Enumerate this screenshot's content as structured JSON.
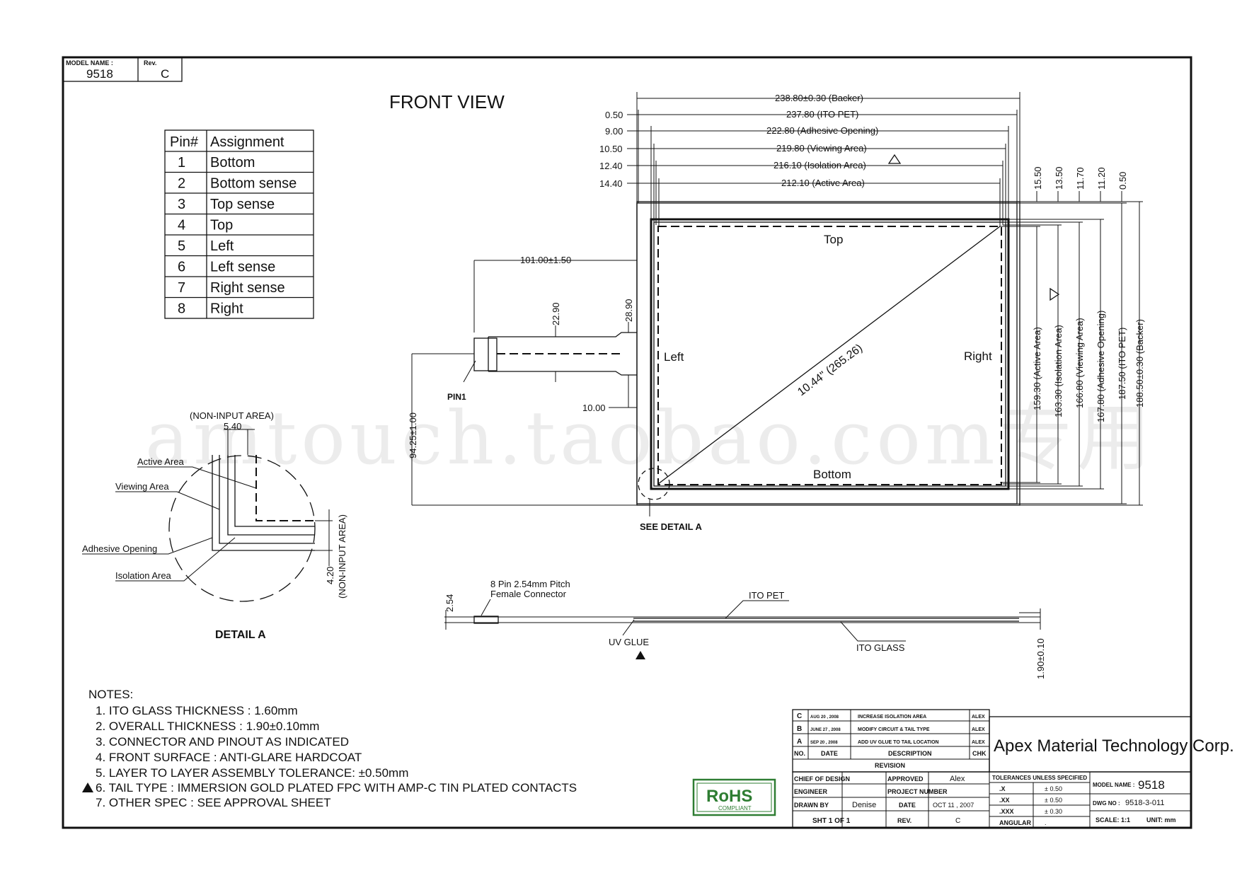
{
  "header": {
    "model_label": "MODEL NAME :",
    "model": "9518",
    "rev_label": "Rev.",
    "rev": "C"
  },
  "view_title": "FRONT VIEW",
  "pin_table": {
    "headers": [
      "Pin#",
      "Assignment"
    ],
    "rows": [
      {
        "pin": "1",
        "name": "Bottom"
      },
      {
        "pin": "2",
        "name": "Bottom sense"
      },
      {
        "pin": "3",
        "name": "Top sense"
      },
      {
        "pin": "4",
        "name": "Top"
      },
      {
        "pin": "5",
        "name": "Left"
      },
      {
        "pin": "6",
        "name": "Left sense"
      },
      {
        "pin": "7",
        "name": "Right sense"
      },
      {
        "pin": "8",
        "name": "Right"
      }
    ]
  },
  "top_dims": {
    "offsets": [
      "0.50",
      "9.00",
      "10.50",
      "12.40",
      "14.40"
    ],
    "widths": [
      "238.80±0.30 (Backer)",
      "237.80 (ITO PET)",
      "222.80 (Adhesive Opening)",
      "219.80 (Viewing Area)",
      "216.10 (Isolation Area)",
      "212.10 (Active Area)"
    ]
  },
  "right_dims": {
    "offsets": [
      "15.50",
      "13.50",
      "11.70",
      "11.20",
      "0.50"
    ],
    "heights": [
      "159.30 (Active Area)",
      "163.30 (Isolation Area)",
      "166.80 (Viewing Area)",
      "167.80 (Adhesive Opening)",
      "187.50 (ITO PET)",
      "188.50±0.30 (Backer)"
    ]
  },
  "panel": {
    "top": "Top",
    "bottom": "Bottom",
    "left": "Left",
    "right": "Right",
    "diagonal": "10.44\" (265.26)",
    "see_detail": "SEE DETAIL A"
  },
  "tail": {
    "length": "101.00±1.50",
    "w1": "22.90",
    "w2": "28.90",
    "offset": "10.00",
    "height": "94.25±1.00",
    "pin1": "PIN1"
  },
  "detail": {
    "title": "DETAIL A",
    "non_input_top": "(NON-INPUT AREA)",
    "dim_top": "5.40",
    "dim_side": "4.20",
    "non_input_side": "(NON-INPUT AREA)",
    "labels": [
      "Active Area",
      "Viewing Area",
      "Adhesive Opening",
      "Isolation Area"
    ]
  },
  "side_view": {
    "connector": [
      "8 Pin 2.54mm Pitch",
      "Female Connector"
    ],
    "thickness": "2.54",
    "ito_pet": "ITO PET",
    "uv_glue": "UV GLUE",
    "ito_glass": "ITO GLASS",
    "overall": "1.90±0.10"
  },
  "notes": {
    "title": "NOTES:",
    "items": [
      "1. ITO GLASS THICKNESS : 1.60mm",
      "2. OVERALL THICKNESS : 1.90±0.10mm",
      "3. CONNECTOR AND PINOUT AS INDICATED",
      "4. FRONT SURFACE : ANTI-GLARE HARDCOAT",
      "5. LAYER TO LAYER ASSEMBLY TOLERANCE: ±0.50mm",
      "6. TAIL TYPE : IMMERSION GOLD PLATED FPC WITH AMP-C TIN PLATED CONTACTS",
      "7. OTHER SPEC : SEE APPROVAL SHEET"
    ]
  },
  "rohs": {
    "mark": "RoHS",
    "sub": "COMPLIANT"
  },
  "revisions": {
    "rows": [
      {
        "no": "C",
        "date": "AUG 20 , 2008",
        "desc": "INCREASE ISOLATION AREA",
        "chk": "ALEX"
      },
      {
        "no": "B",
        "date": "JUNE 27 , 2008",
        "desc": "MODIFY CIRCUIT & TAIL TYPE",
        "chk": "ALEX"
      },
      {
        "no": "A",
        "date": "SEP 20 , 2008",
        "desc": "ADD UV GLUE TO TAIL LOCATION",
        "chk": "ALEX"
      }
    ],
    "headers": [
      "NO.",
      "DATE",
      "DESCRIPTION",
      "CHK"
    ],
    "title": "REVISION"
  },
  "title_block": {
    "company": "Apex Material Technology Corp.",
    "chief": "CHIEF OF DESIGN",
    "approved_label": "APPROVED",
    "approved": "Alex",
    "engineer": "ENGINEER",
    "project": "PROJECT NUMBER",
    "drawn_label": "DRAWN BY",
    "drawn": "Denise",
    "date_label": "DATE",
    "date": "OCT 11 , 2007",
    "sht": "SHT 1 OF 1",
    "rev_label": "REV.",
    "rev": "C",
    "tol_title": "TOLERANCES UNLESS SPECIFIED",
    "tol": [
      {
        "k": ".X",
        "v": "± 0.50"
      },
      {
        "k": ".XX",
        "v": "± 0.50"
      },
      {
        "k": ".XXX",
        "v": "± 0.30"
      },
      {
        "k": "ANGULAR",
        "v": "."
      }
    ],
    "model_label": "MODEL NAME :",
    "model": "9518",
    "dwg_label": "DWG NO :",
    "dwg": "9518-3-011",
    "scale": "SCALE: 1:1",
    "unit": "UNIT: mm"
  },
  "watermark": "amtouch.taobao.com专用"
}
